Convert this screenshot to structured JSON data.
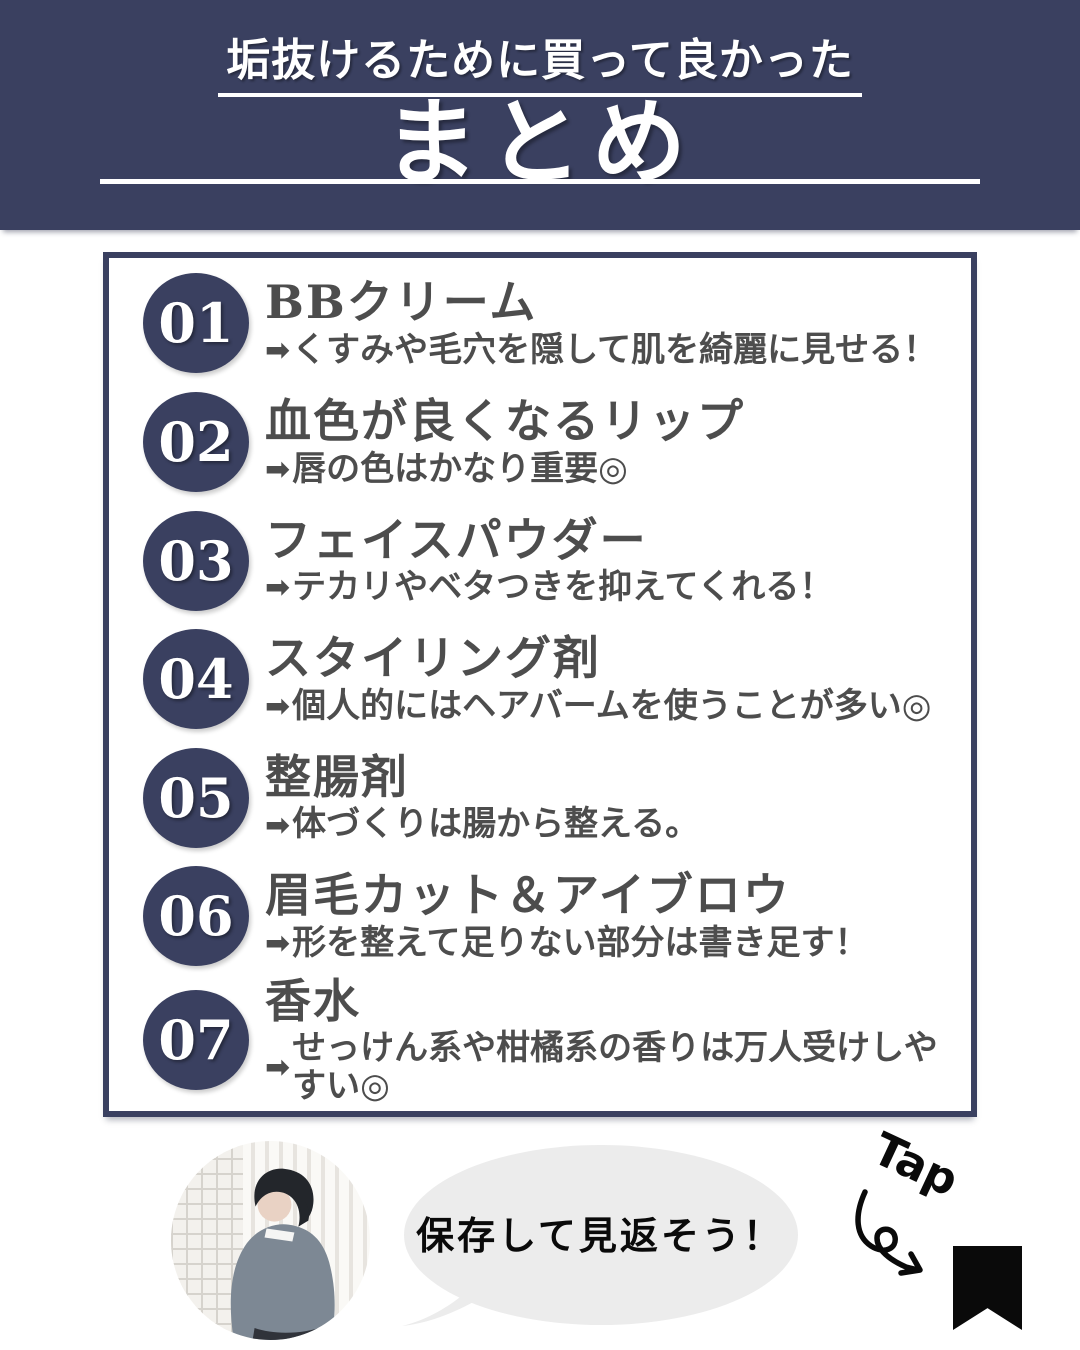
{
  "header": {
    "subtitle": "垢抜けるために買って良かった",
    "title": "まとめ"
  },
  "list": {
    "items": [
      {
        "number": "01",
        "title": "BBクリーム",
        "desc": "くすみや毛穴を隠して肌を綺麗に見せる！"
      },
      {
        "number": "02",
        "title": "血色が良くなるリップ",
        "desc": "唇の色はかなり重要◎"
      },
      {
        "number": "03",
        "title": "フェイスパウダー",
        "desc": "テカリやベタつきを抑えてくれる！"
      },
      {
        "number": "04",
        "title": "スタイリング剤",
        "desc": "個人的にはヘアバームを使うことが多い◎"
      },
      {
        "number": "05",
        "title": "整腸剤",
        "desc": "体づくりは腸から整える。"
      },
      {
        "number": "06",
        "title": "眉毛カット＆アイブロウ",
        "desc": "形を整えて足りない部分は書き足す！"
      },
      {
        "number": "07",
        "title": "香水",
        "desc": "せっけん系や柑橘系の香りは万人受けしやすい◎"
      }
    ]
  },
  "glyphs": {
    "arrow": "➡"
  },
  "footer": {
    "bubble_text": "保存して見返そう！",
    "tap_label": "Tap"
  },
  "colors": {
    "navy": "#3a4060",
    "text_gray": "#4d4d4d",
    "bubble_gray": "#ececec",
    "black": "#0a0a0a",
    "white": "#ffffff"
  }
}
